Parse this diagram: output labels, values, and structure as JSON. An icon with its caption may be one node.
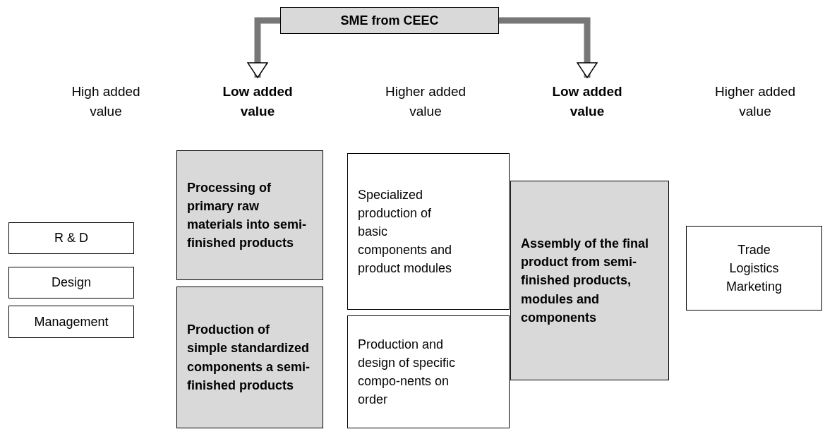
{
  "diagram": {
    "nodes": [
      {
        "text": [
          "SME from CEEC"
        ]
      },
      {
        "text": [
          "Low added value"
        ]
      },
      {
        "text": [
          "Low added value"
        ]
      },
      {
        "text": [
          "R & D"
        ]
      },
      {
        "text": [
          "Design"
        ]
      },
      {
        "text": [
          "Management"
        ]
      },
      {
        "text": [
          "Processing of primary raw materials into semi-finished products"
        ]
      },
      {
        "text": [
          "Production of simple standardized components a semi-finished products"
        ]
      },
      {
        "text": [
          "Specialized production of basic components and product modules"
        ]
      },
      {
        "text": [
          "Production and design of specific compo-nents on order"
        ]
      },
      {
        "text": [
          "Assembly of the final product from semi-finished products, modules and components"
        ]
      },
      {
        "text": [
          "Trade Logistics Marketing"
        ]
      }
    ],
    "edges": [
      {
        "from": 0,
        "to": 1,
        "arrow": "to"
      },
      {
        "from": 0,
        "to": 2,
        "arrow": "to"
      }
    ],
    "labels": [
      "High added value",
      "Higher added value",
      "Higher added value"
    ]
  }
}
